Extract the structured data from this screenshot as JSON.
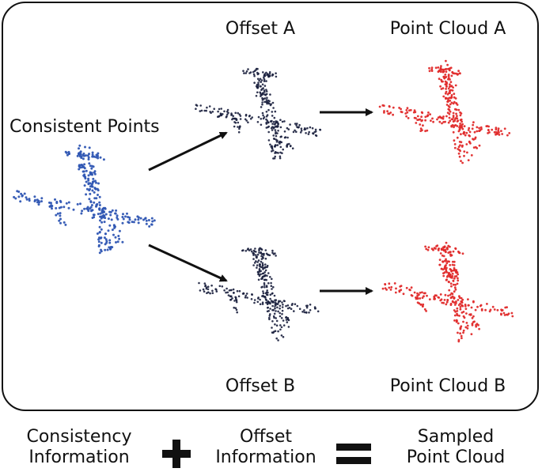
{
  "labels": {
    "consistent_points": "Consistent Points",
    "offset_a": "Offset A",
    "offset_b": "Offset B",
    "point_cloud_a": "Point Cloud A",
    "point_cloud_b": "Point Cloud B"
  },
  "equation": {
    "term1_line1": "Consistency",
    "term1_line2": "Information",
    "term2_line1": "Offset",
    "term2_line2": "Information",
    "result_line1": "Sampled",
    "result_line2": "Point Cloud",
    "plus_icon": "plus-icon",
    "equals_icon": "equals-icon"
  },
  "colors": {
    "consistent": "#2f56b3",
    "offset": "#1a1f3d",
    "point_cloud": "#e02b2b",
    "arrow": "#111111"
  }
}
